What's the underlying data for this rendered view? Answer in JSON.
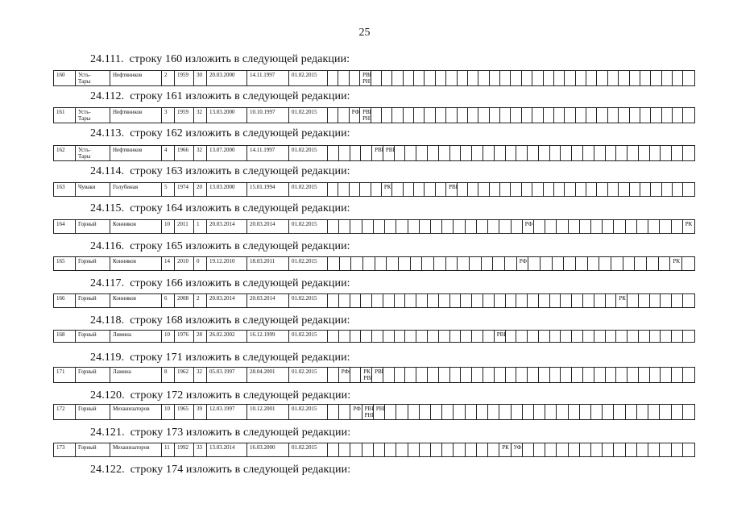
{
  "page_number": "25",
  "items": [
    {
      "num": "24.111.",
      "text": "строку 160 изложить в следующей редакции:",
      "cells": [
        "160",
        "Усть-\nТары",
        "Нефтяников",
        "2",
        "1959",
        "30",
        "20.03.2000",
        "14.11.1997",
        "01.02.2015",
        "",
        "",
        "",
        "РВИС\nРНК",
        "",
        "",
        "",
        "",
        "",
        "",
        "",
        "",
        "",
        "",
        "",
        "",
        "",
        "",
        "",
        "",
        "",
        "",
        "",
        "",
        "",
        "",
        "",
        "",
        "",
        "",
        "",
        "",
        "",
        ""
      ]
    },
    {
      "num": "24.112.",
      "text": "строку 161 изложить в следующей редакции:",
      "cells": [
        "161",
        "Усть-\nТары",
        "Нефтяников",
        "3",
        "1959",
        "32",
        "13.03.2000",
        "10.10.1997",
        "01.02.2015",
        "",
        "",
        "РФ",
        "РВИС\nРНК",
        "",
        "",
        "",
        "",
        "",
        "",
        "",
        "",
        "",
        "",
        "",
        "",
        "",
        "",
        "",
        "",
        "",
        "",
        "",
        "",
        "",
        "",
        "",
        "",
        "",
        "",
        "",
        "",
        "",
        ""
      ]
    },
    {
      "num": "24.113.",
      "text": "строку 162 изложить в следующей редакции:",
      "cells": [
        "162",
        "Усть-\nТары",
        "Нефтяников",
        "4",
        "1966",
        "32",
        "13.07.2000",
        "14.11.1997",
        "01.02.2015",
        "",
        "",
        "",
        "",
        "РВИС",
        "РВИС",
        "",
        "",
        "",
        "",
        "",
        "",
        "",
        "",
        "",
        "",
        "",
        "",
        "",
        "",
        "",
        "",
        "",
        "",
        "",
        "",
        "",
        "",
        "",
        "",
        "",
        "",
        ""
      ]
    },
    {
      "num": "24.114.",
      "text": "строку 163 изложить в следующей редакции:",
      "cells": [
        "163",
        "Чуваки",
        "Голубиная",
        "5",
        "1974",
        "20",
        "13.03.2000",
        "15.01.1994",
        "01.02.2015",
        "",
        "",
        "",
        "",
        "",
        "РК",
        "",
        "",
        "",
        "",
        "",
        "РВИС",
        "",
        "",
        "",
        "",
        "",
        "",
        "",
        "",
        "",
        "",
        "",
        "",
        "",
        "",
        "",
        "",
        "",
        "",
        "",
        "",
        "",
        ""
      ]
    },
    {
      "num": "24.115.",
      "text": "строку 164 изложить в следующей редакции:",
      "cells": [
        "164",
        "Горный",
        "Конников",
        "10",
        "2011",
        "1",
        "20.03.2014",
        "20.03.2014",
        "01.02.2015",
        "",
        "",
        "",
        "",
        "",
        "",
        "",
        "",
        "",
        "",
        "",
        "",
        "",
        "",
        "",
        "",
        "",
        "РФ",
        "",
        "",
        "",
        "",
        "",
        "",
        "",
        "",
        "",
        "",
        "",
        "",
        "",
        "РК"
      ]
    },
    {
      "num": "24.116.",
      "text": "строку 165 изложить в следующей редакции:",
      "cells": [
        "165",
        "Горный",
        "Конников",
        "14",
        "2010",
        "0",
        "19.12.2010",
        "18.03.2011",
        "01.02.2015",
        "",
        "",
        "",
        "",
        "",
        "",
        "",
        "",
        "",
        "",
        "",
        "",
        "",
        "",
        "",
        "",
        "РФ",
        "",
        "",
        "",
        "",
        "",
        "",
        "",
        "",
        "",
        "",
        "",
        "",
        "РК",
        ""
      ]
    },
    {
      "num": "24.117.",
      "text": "строку 166 изложить в следующей редакции:",
      "cells": [
        "166",
        "Горный",
        "Конников",
        "6",
        "2008",
        "2",
        "20.03.2014",
        "20.03.2014",
        "01.02.2015",
        "",
        "",
        "",
        "",
        "",
        "",
        "",
        "",
        "",
        "",
        "",
        "",
        "",
        "",
        "",
        "",
        "",
        "",
        "",
        "",
        "",
        "",
        "",
        "",
        "",
        "",
        "РК",
        "",
        "",
        "",
        "",
        "",
        ""
      ]
    },
    {
      "num": "24.118.",
      "text": "строку 168 изложить в следующей редакции:",
      "cells": [
        "168",
        "Горный",
        "Лямина",
        "10",
        "1976",
        "28",
        "26.02.2002",
        "16.12.1999",
        "01.02.2015",
        "",
        "",
        "",
        "",
        "",
        "",
        "",
        "",
        "",
        "",
        "",
        "",
        "",
        "",
        "",
        "РВИС",
        "",
        "",
        "",
        "",
        "",
        "",
        "",
        "",
        "",
        "",
        "",
        "",
        "",
        "",
        "",
        "",
        ""
      ]
    },
    {
      "num": "24.119.",
      "text": "строку 171 изложить в следующей редакции:",
      "cells": [
        "171",
        "Горный",
        "Ламина",
        "8",
        "1962",
        "32",
        "05.03.1997",
        "28.04.2001",
        "01.02.2015",
        "",
        "РФв",
        "",
        "РК\nРВИС",
        "РВИС",
        "",
        "",
        "",
        "",
        "",
        "",
        "",
        "",
        "",
        "",
        "",
        "",
        "",
        "",
        "",
        "",
        "",
        "",
        "",
        "",
        "",
        "",
        "",
        "",
        "",
        "",
        "",
        ""
      ]
    },
    {
      "num": "24.120.",
      "text": "строку 172 изложить в следующей редакции:",
      "cells": [
        "172",
        "Горный",
        "Механизаторов",
        "10",
        "1965",
        "39",
        "12.03.1997",
        "10.12.2001",
        "01.02.2015",
        "",
        "",
        "РФ",
        "РВИС\nРНК",
        "РВИС",
        "",
        "",
        "",
        "",
        "",
        "",
        "",
        "",
        "",
        "",
        "",
        "",
        "",
        "",
        "",
        "",
        "",
        "",
        "",
        "",
        "",
        "",
        "",
        "",
        "",
        "",
        ""
      ]
    },
    {
      "num": "24.121.",
      "text": "строку 173 изложить в следующей редакции:",
      "cells": [
        "173",
        "Горный",
        "Механизаторов",
        "11",
        "1992",
        "33",
        "13.03.2014",
        "16.03.2000",
        "01.02.2015",
        "",
        "",
        "",
        "",
        "",
        "",
        "",
        "",
        "",
        "",
        "",
        "",
        "",
        "",
        "",
        "РК",
        "УФ",
        "",
        "",
        "",
        "",
        "",
        "",
        "",
        "",
        "",
        "",
        "",
        "",
        "",
        "",
        ""
      ]
    },
    {
      "num": "24.122.",
      "text": "строку 174 изложить в следующей редакции:",
      "cells": []
    }
  ]
}
